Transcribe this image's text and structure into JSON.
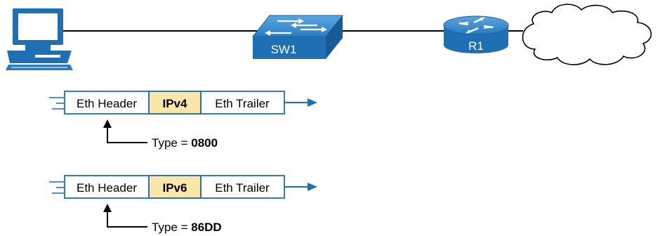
{
  "devices": {
    "switch_label": "SW1",
    "router_label": "R1"
  },
  "frames": [
    {
      "header": "Eth Header",
      "payload": "IPv4",
      "trailer": "Eth Trailer",
      "type_prefix": "Type = ",
      "type_value": "0800"
    },
    {
      "header": "Eth Header",
      "payload": "IPv6",
      "trailer": "Eth Trailer",
      "type_prefix": "Type = ",
      "type_value": "86DD"
    }
  ],
  "colors": {
    "device_blue": "#1f6fb5",
    "device_blue_light": "#4b98d6",
    "payload_fill": "#fde7a8",
    "frame_border": "#1f6fb5",
    "line": "#000000"
  },
  "icons": [
    "pc-icon",
    "switch-icon",
    "router-icon",
    "cloud-icon"
  ]
}
